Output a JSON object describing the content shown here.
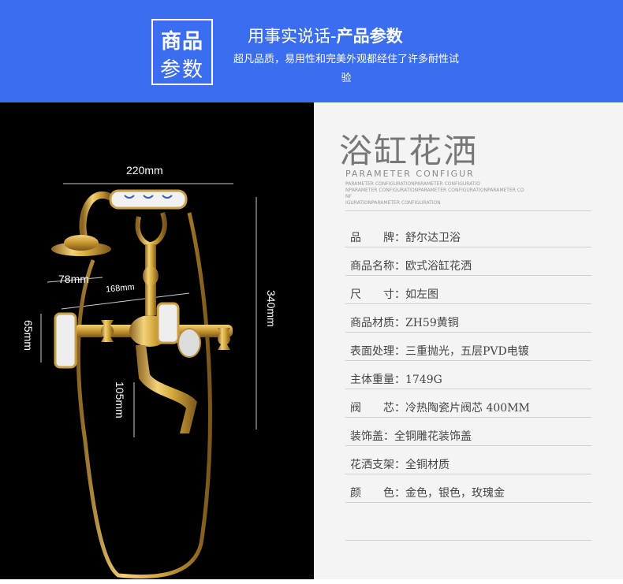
{
  "banner": {
    "badge_line1": "商品",
    "badge_line2": "参数",
    "title_prefix": "用事实说话-",
    "title_bold": "产品参数",
    "subtitle": "超凡品质，易用性和完美外观都经住了许多耐性试验",
    "background": "#3a6df0"
  },
  "photo": {
    "dimensions": {
      "width": "220mm",
      "height": "340mm",
      "head": "78mm",
      "spacing": "168mm",
      "handle": "65mm",
      "spout": "105mm"
    },
    "finish_color": "#d4a83c"
  },
  "parameters": {
    "title": "浴缸花洒",
    "subtitle_en": "PARAMETER CONFIGUR",
    "small_text": "PARAMETER CONFIGURATIONPARAMETER CONFIGURATIO\nNPARAMETER CONFIGURATIONPARAMETER CONFIGURATIONPARAMETER CONF\nIGURATIONPARAMETER CONFIGURATION",
    "rows": [
      {
        "label": "品　　牌：",
        "value": "舒尔达卫浴"
      },
      {
        "label": "商品名称：",
        "value": "欧式浴缸花洒"
      },
      {
        "label": "尺　　寸：",
        "value": "如左图"
      },
      {
        "label": "商品材质：",
        "value": "ZH59黄铜"
      },
      {
        "label": "表面处理：",
        "value": "三重抛光，五层PVD电镀"
      },
      {
        "label": "主体重量：",
        "value": "1749G"
      },
      {
        "label": "阀　　芯：",
        "value": "冷热陶瓷片阀芯 400MM"
      },
      {
        "label": "装饰盖：",
        "value": "全铜雕花装饰盖"
      },
      {
        "label": "花洒支架：",
        "value": "全铜材质"
      },
      {
        "label": "颜　　色：",
        "value": "金色，银色，玫瑰金"
      }
    ]
  }
}
